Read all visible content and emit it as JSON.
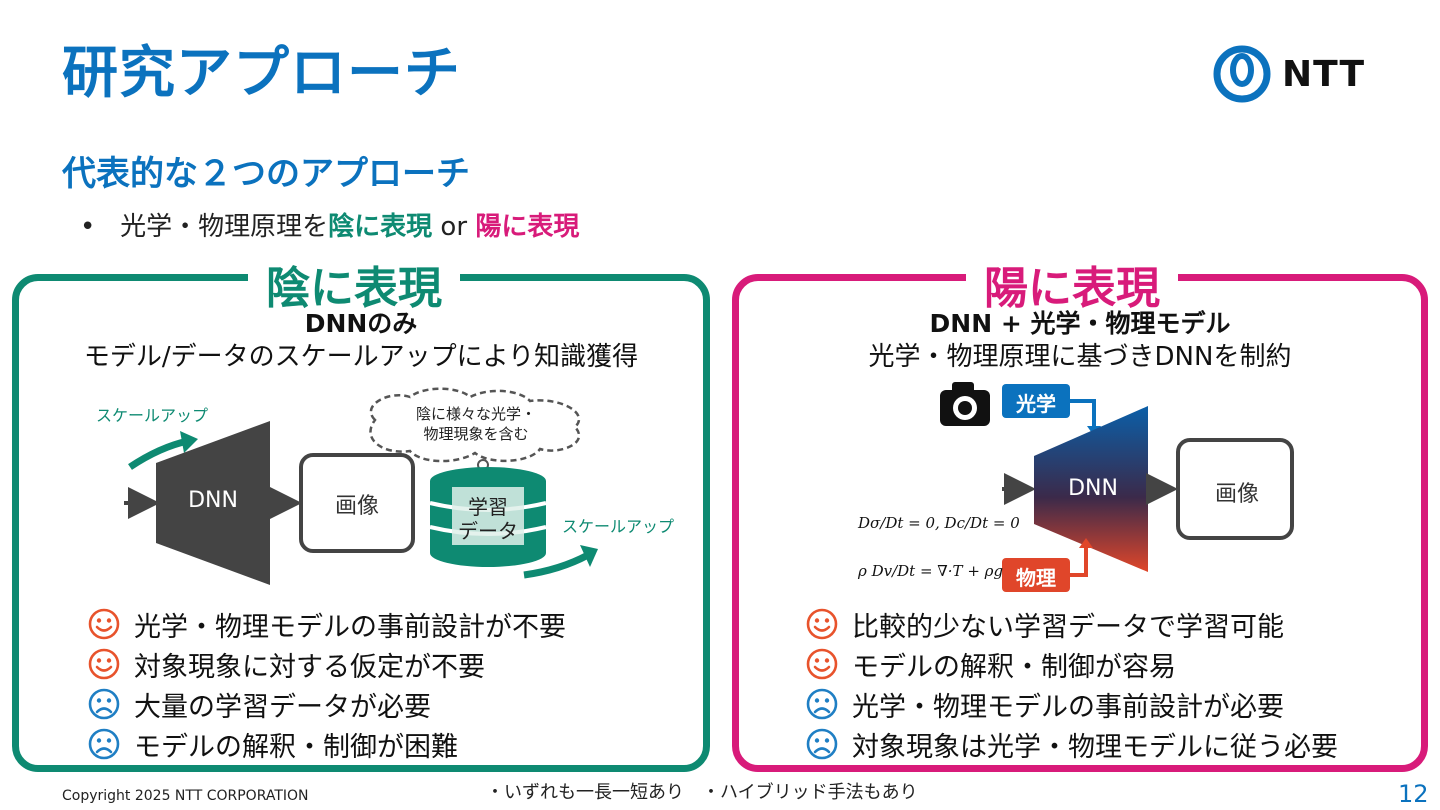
{
  "header": {
    "title": "研究アプローチ",
    "logo_text": "NTT"
  },
  "subtitle": "代表的な２つのアプローチ",
  "bullet": {
    "prefix": "光学・物理原理を",
    "implicit": "陰に表現",
    "or": " or ",
    "explicit": "陽に表現"
  },
  "left": {
    "title": "陰に表現",
    "heading": "DNNのみ",
    "description": "モデル/データのスケールアップにより知識獲得",
    "diagram": {
      "scaleup_top": "スケールアップ",
      "dnn_label": "DNN",
      "image_label": "画像",
      "cloud_line1": "陰に様々な光学・",
      "cloud_line2": "物理現象を含む",
      "data_line1": "学習",
      "data_line2": "データ",
      "scaleup_bottom": "スケールアップ"
    },
    "pros_cons": [
      {
        "text": "光学・物理モデルの事前設計が不要",
        "mood": "happy"
      },
      {
        "text": "対象現象に対する仮定が不要",
        "mood": "happy"
      },
      {
        "text": "大量の学習データが必要",
        "mood": "sad"
      },
      {
        "text": "モデルの解釈・制御が困難",
        "mood": "sad"
      }
    ]
  },
  "right": {
    "title": "陽に表現",
    "heading": "DNN + 光学・物理モデル",
    "description": "光学・物理原理に基づきDNNを制約",
    "diagram": {
      "optics_label": "光学",
      "physics_label": "物理",
      "dnn_label": "DNN",
      "image_label": "画像",
      "eq_line1": "Dσ/Dt = 0,  Dc/Dt = 0",
      "eq_line2": "ρ Dv/Dt = ∇·T + ρg"
    },
    "pros_cons": [
      {
        "text": "比較的少ない学習データで学習可能",
        "mood": "happy"
      },
      {
        "text": "モデルの解釈・制御が容易",
        "mood": "happy"
      },
      {
        "text": "光学・物理モデルの事前設計が必要",
        "mood": "sad"
      },
      {
        "text": "対象現象は光学・物理モデルに従う必要",
        "mood": "sad"
      }
    ]
  },
  "footer": {
    "copyright": "Copyright 2025 NTT CORPORATION",
    "note": "・いずれも一長一短あり　・ハイブリッド手法もあり",
    "page": "12"
  },
  "colors": {
    "blue": "#0b72be",
    "green": "#0e8a72",
    "pink": "#d81b7a",
    "happy": "#e8532c",
    "sad": "#1f7fc4"
  }
}
